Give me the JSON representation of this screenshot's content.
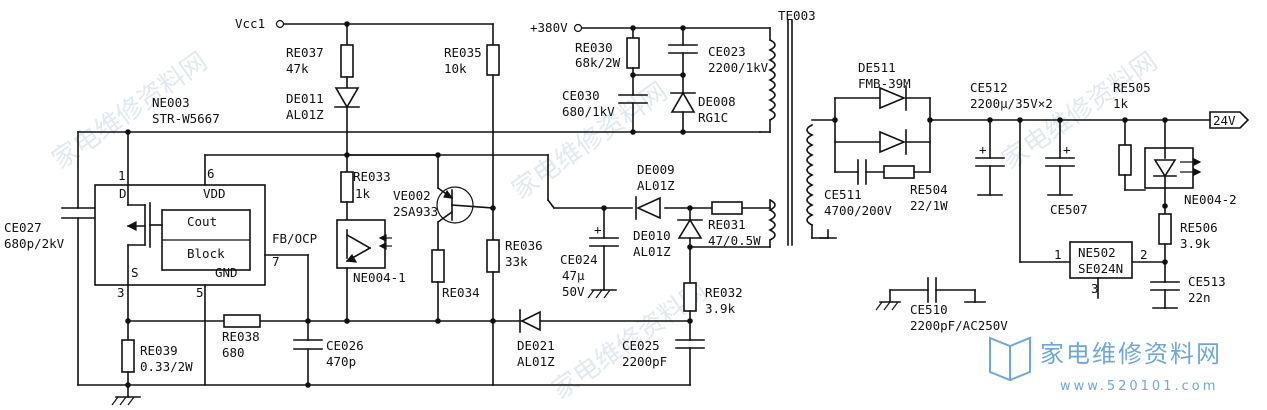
{
  "labels": {
    "vcc1": "Vcc1",
    "v380": "+380V",
    "te003": "TE003",
    "re037": "RE037",
    "re037_v": "47k",
    "de011": "DE011",
    "de011_v": "AL01Z",
    "re035": "RE035",
    "re035_v": "10k",
    "re030": "RE030",
    "re030_v": "68k/2W",
    "ce023": "CE023",
    "ce023_v": "2200/1kV",
    "ce030": "CE030",
    "ce030_v": "680/1kV",
    "de008": "DE008",
    "de008_v": "RG1C",
    "ne003": "NE003",
    "ne003_v": "STR-W5667",
    "re033": "RE033",
    "re033_v": "1k",
    "ve002": "VE002",
    "ve002_v": "2SA933",
    "de009": "DE009",
    "de009_v": "AL01Z",
    "de010": "DE010",
    "de010_v": "AL01Z",
    "re031": "RE031",
    "re031_v": "47/0.5W",
    "ce027": "CE027",
    "ce027_v": "680p/2kV",
    "pin1": "1",
    "pin6": "6",
    "pin_d": "D",
    "pin_vdd": "VDD",
    "cout": "Cout",
    "block": "Block",
    "fb_ocp": "FB/OCP",
    "pin7": "7",
    "pin_s": "S",
    "pin_gnd": "GND",
    "pin3": "3",
    "pin5": "5",
    "ne004_1": "NE004-1",
    "re036": "RE036",
    "re036_v": "33k",
    "ce024": "CE024",
    "ce024_v1": "47μ",
    "ce024_v2": "50V",
    "re034": "RE034",
    "re032": "RE032",
    "re032_v": "3.9k",
    "re038": "RE038",
    "re038_v": "680",
    "ce026": "CE026",
    "ce026_v": "470p",
    "re039": "RE039",
    "re039_v": "0.33/2W",
    "de021": "DE021",
    "de021_v": "AL01Z",
    "ce025": "CE025",
    "ce025_v": "2200pF",
    "de511": "DE511",
    "de511_v": "FMB-39M",
    "ce512": "CE512",
    "ce512_v": "2200μ/35V×2",
    "re505": "RE505",
    "re505_v": "1k",
    "out24": "24V",
    "ce511": "CE511",
    "ce511_v": "4700/200V",
    "re504": "RE504",
    "re504_v": "22/1W",
    "ce507": "CE507",
    "ne004_2": "NE004-2",
    "re506": "RE506",
    "re506_v": "3.9k",
    "ne502": "NE502",
    "ne502_v": "SE024N",
    "ne502_p1": "1",
    "ne502_p2": "2",
    "ne502_p3": "3",
    "ce513": "CE513",
    "ce513_v": "22n",
    "ce510": "CE510",
    "ce510_v": "2200pF/AC250V"
  },
  "watermark": {
    "logo_text": "家电维修资料网",
    "url": "www.520101.com",
    "faint_text": "家电维修资料网"
  }
}
